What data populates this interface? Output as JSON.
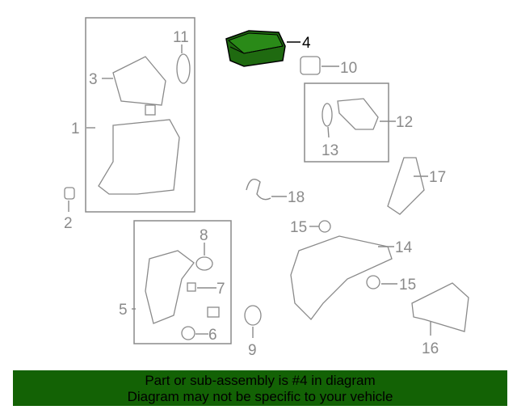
{
  "diagram": {
    "callouts": [
      {
        "id": "1",
        "label": "1"
      },
      {
        "id": "2",
        "label": "2"
      },
      {
        "id": "3",
        "label": "3"
      },
      {
        "id": "4",
        "label": "4",
        "highlighted": true
      },
      {
        "id": "5",
        "label": "5"
      },
      {
        "id": "6",
        "label": "6"
      },
      {
        "id": "7",
        "label": "7"
      },
      {
        "id": "8",
        "label": "8"
      },
      {
        "id": "9",
        "label": "9"
      },
      {
        "id": "10",
        "label": "10"
      },
      {
        "id": "11",
        "label": "11"
      },
      {
        "id": "12",
        "label": "12"
      },
      {
        "id": "13",
        "label": "13"
      },
      {
        "id": "14",
        "label": "14"
      },
      {
        "id": "15a",
        "label": "15"
      },
      {
        "id": "15b",
        "label": "15"
      },
      {
        "id": "16",
        "label": "16"
      },
      {
        "id": "17",
        "label": "17"
      },
      {
        "id": "18",
        "label": "18"
      }
    ],
    "highlight_color": "#1f6a10"
  },
  "banner": {
    "line1": "Part or sub-assembly is #4 in diagram",
    "line2": "Diagram may not be specific to your vehicle",
    "color": "#136205"
  }
}
